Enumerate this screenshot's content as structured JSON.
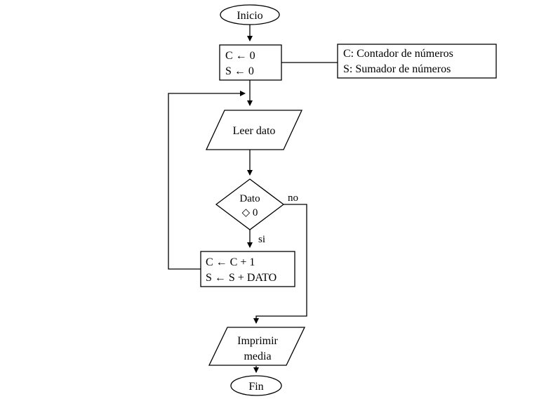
{
  "diagram": {
    "type": "flowchart",
    "colors": {
      "stroke": "#000000",
      "background": "#ffffff",
      "text": "#000000"
    },
    "nodes": {
      "start": {
        "label": "Inicio"
      },
      "init": {
        "line1": "C ← 0",
        "line2": "S ← 0"
      },
      "comment": {
        "line1": "C: Contador de números",
        "line2": "S: Sumador de números"
      },
      "read": {
        "label": "Leer dato"
      },
      "decision": {
        "line1": "Dato",
        "line2": "◇ 0"
      },
      "branches": {
        "yes_label": "si",
        "no_label": "no"
      },
      "accumulate": {
        "line1": "C ← C + 1",
        "line2": "S ← S + DATO"
      },
      "print": {
        "line1": "Imprimir",
        "line2": "media"
      },
      "end": {
        "label": "Fin"
      }
    }
  }
}
